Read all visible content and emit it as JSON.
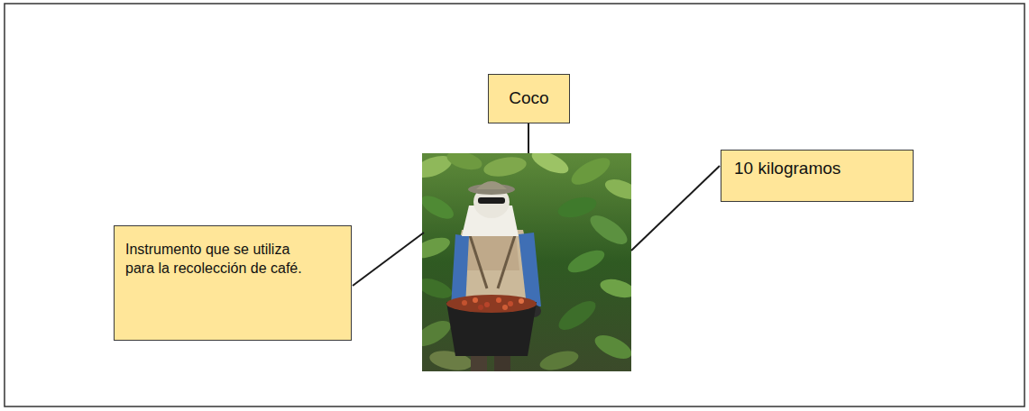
{
  "diagram": {
    "nodes": [
      {
        "text": [
          "Coco"
        ]
      },
      {
        "text": [
          "10 kilogramos"
        ]
      },
      {
        "text": [
          "Instrumento que se utiliza para la recolección de café."
        ]
      }
    ]
  }
}
